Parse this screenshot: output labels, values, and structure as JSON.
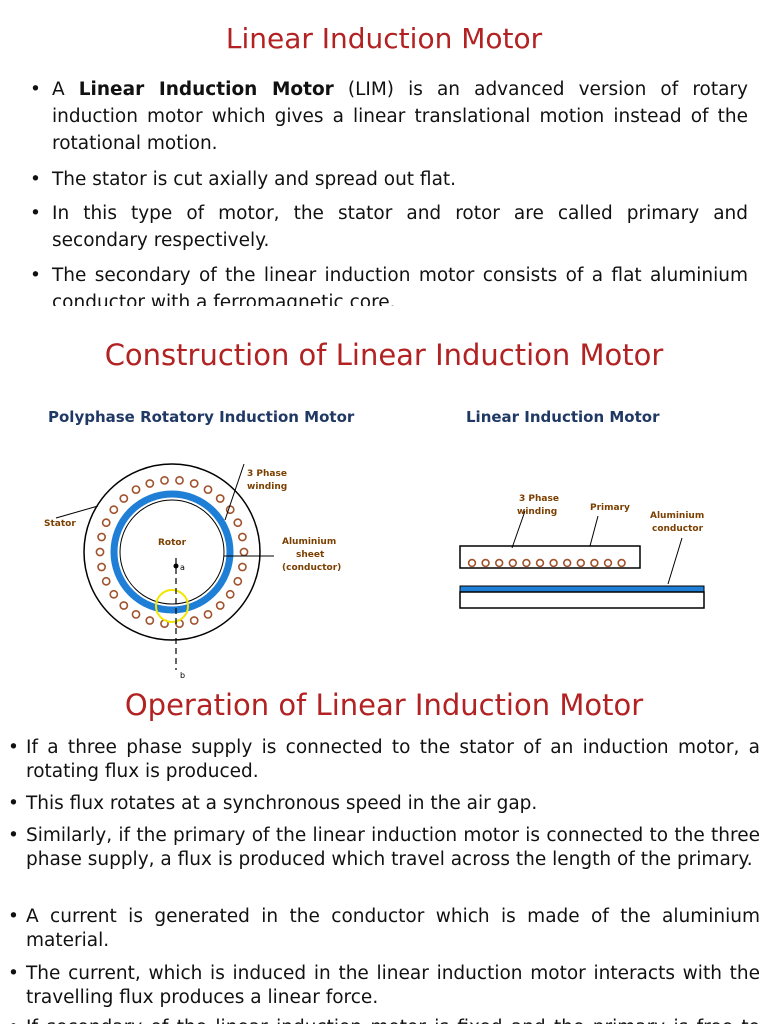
{
  "slide1": {
    "title": "Linear Induction Motor",
    "bullets": [
      {
        "bold": "Linear Induction Motor",
        "pre": "A ",
        "post": " (LIM) is an advanced version of rotary induction motor which gives a linear translational motion instead of the rotational motion."
      },
      {
        "text": "The stator is cut axially and spread out flat."
      },
      {
        "text": "In this type of motor, the stator and rotor are called primary and secondary respectively."
      },
      {
        "text": "The secondary of the linear induction motor consists of a flat aluminium conductor with a ferromagnetic core."
      }
    ]
  },
  "slide2": {
    "title": "Construction of Linear Induction Motor",
    "left_heading": "Polyphase Rotatory Induction Motor",
    "right_heading": "Linear Induction Motor",
    "labels": {
      "stator": "Stator",
      "three_phase_l1": "3 Phase",
      "three_phase_l2": "winding",
      "rotor": "Rotor",
      "alum_l1": "Aluminium",
      "alum_l2": "sheet",
      "alum_l3": "(conductor)",
      "a": "a",
      "b": "b",
      "lim_three_phase_l1": "3 Phase",
      "lim_three_phase_l2": "winding",
      "primary": "Primary",
      "lim_alum_l1": "Aluminium",
      "lim_alum_l2": "conductor"
    }
  },
  "slide3": {
    "title": "Operation of Linear Induction Motor",
    "bullets": [
      "If a three phase supply is connected to the stator of an induction motor, a rotating flux is produced.",
      "This flux rotates at a synchronous speed in the air gap.",
      "Similarly, if the primary of the linear induction motor is connected to the three phase supply, a flux is produced which travel across the length of the primary.",
      "A current is generated in the conductor which is made of the aluminium material.",
      "The current, which is induced in the linear induction motor interacts with the travelling flux produces a linear force.",
      "If secondary of the linear induction motor is fixed and the primary is free to move, the force will move the primary."
    ]
  },
  "colors": {
    "title_red": "#b22222",
    "heading_blue": "#1f3864",
    "rotor_blue": "#1f7fd6",
    "coil_brown": "#a0522d",
    "label_brown": "#7b3f00",
    "highlight_yellow": "#f2e600"
  }
}
